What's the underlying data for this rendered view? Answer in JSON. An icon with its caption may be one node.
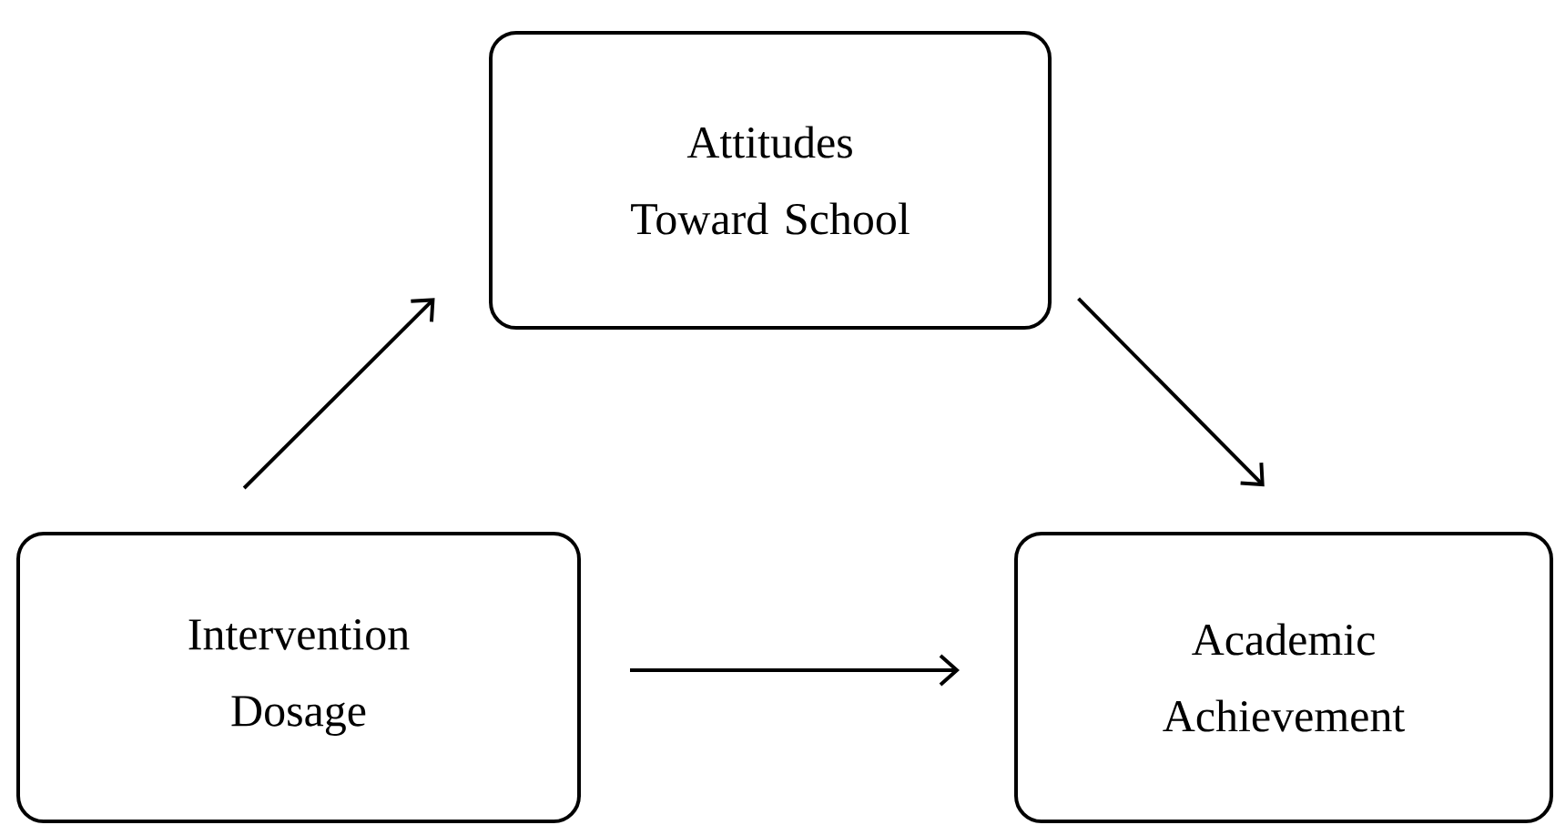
{
  "diagram": {
    "nodes": [
      {
        "text": [
          "Attitudes Toward School"
        ]
      },
      {
        "text": [
          "Intervention Dosage"
        ]
      },
      {
        "text": [
          "Academic Achievement"
        ]
      }
    ],
    "edges": [
      {
        "from": 1,
        "to": 0,
        "arrow": "to"
      },
      {
        "from": 0,
        "to": 2,
        "arrow": "to"
      },
      {
        "from": 1,
        "to": 2,
        "arrow": "to"
      }
    ]
  }
}
